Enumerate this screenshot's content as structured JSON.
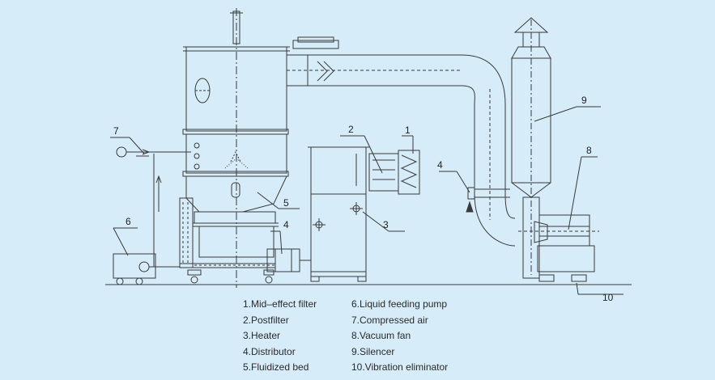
{
  "callouts": [
    "1",
    "2",
    "3",
    "4",
    "4",
    "5",
    "6",
    "7",
    "8",
    "9",
    "10"
  ],
  "legend": [
    "1.Mid–effect filter",
    "6.Liquid feeding pump",
    "2.Postfilter",
    "7.Compressed air",
    "3.Heater",
    "8.Vacuum fan",
    "4.Distributor",
    "9.Silencer",
    "5.Fluidized bed",
    "10.Vibration eliminator"
  ],
  "colors": {
    "background": "#d6ecf8",
    "line": "#3a3a3a"
  }
}
